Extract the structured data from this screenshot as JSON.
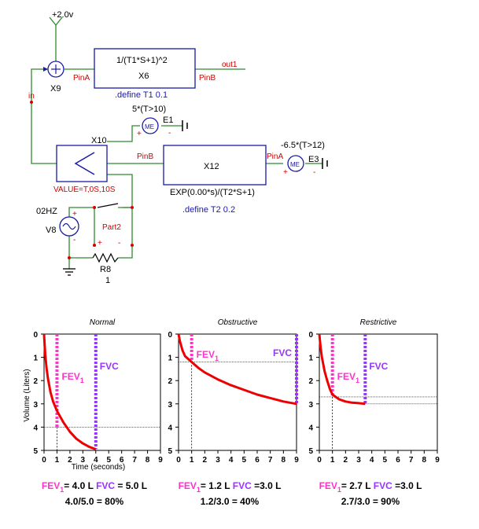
{
  "schematic": {
    "supply_label": "+2.0v",
    "x6_formula": "1/(T1*S+1)^2",
    "x6_name": "X6",
    "x6_pin_left": "PinA",
    "x6_pin_right": "PinB",
    "out_label": "out1",
    "x9_name": "X9",
    "in_label": "in",
    "define_t1": ".define T1 0.1",
    "e1_expr": "5*(T>10)",
    "e1_name": "E1",
    "x10_name": "X10",
    "x10_value": "VALUE=T,0S,10S",
    "x10_pin": "PinB",
    "x12_name": "X12",
    "x12_pin": "PinA",
    "x12_formula": "EXP(0.00*s)/(T2*S+1)",
    "define_t2": ".define T2 0.2",
    "e3_expr": "-6.5*(T>12)",
    "e3_name": "E3",
    "freq_label": "02HZ",
    "v8_name": "V8",
    "part2_name": "Part2",
    "r8_name": "R8",
    "r8_value": "1",
    "plus": "+",
    "minus": "-"
  },
  "chart_data": [
    {
      "type": "line",
      "title": "Normal",
      "xlabel": "Time (seconds)",
      "ylabel": "Volume (Liters)",
      "xlim": [
        0,
        9
      ],
      "ylim": [
        0,
        5
      ],
      "x_ticks": [
        "0",
        "1",
        "2",
        "3",
        "4",
        "5",
        "6",
        "7",
        "8",
        "9"
      ],
      "y_ticks": [
        "0",
        "1",
        "2",
        "3",
        "4",
        "5"
      ],
      "series": [
        {
          "x": [
            0,
            0.05,
            0.1,
            0.2,
            0.3,
            0.5,
            0.7,
            1.0,
            1.5,
            2.0,
            2.5,
            3.0,
            3.5,
            4.0
          ],
          "values": [
            0,
            0.5,
            0.9,
            1.5,
            1.9,
            2.5,
            2.9,
            3.3,
            3.8,
            4.2,
            4.5,
            4.7,
            4.85,
            4.95
          ]
        }
      ],
      "fev1_time": 1,
      "fvc_time": 4,
      "fev1_volume": 4.0,
      "fev1_label": "FEV",
      "fev1_sub": "1",
      "fvc_label": "FVC",
      "result_fev1_value": "= 4.0 L",
      "result_fvc_value": "= 5.0 L",
      "ratio": "4.0/5.0 = 80%"
    },
    {
      "type": "line",
      "title": "Obstructive",
      "xlim": [
        0,
        9
      ],
      "ylim": [
        0,
        5
      ],
      "x_ticks": [
        "0",
        "1",
        "2",
        "3",
        "4",
        "5",
        "6",
        "7",
        "8",
        "9"
      ],
      "y_ticks": [
        "0",
        "1",
        "2",
        "3",
        "4",
        "5"
      ],
      "series": [
        {
          "x": [
            0,
            0.1,
            0.3,
            0.5,
            0.8,
            1.0,
            1.5,
            2.0,
            3.0,
            4.0,
            5.0,
            6.0,
            7.0,
            8.0,
            9.0
          ],
          "values": [
            0,
            0.3,
            0.7,
            0.95,
            1.1,
            1.2,
            1.45,
            1.65,
            1.95,
            2.2,
            2.4,
            2.6,
            2.75,
            2.9,
            3.0
          ]
        }
      ],
      "fev1_time": 1,
      "fvc_time": 9,
      "fev1_volume": 1.2,
      "fev1_label": "FEV",
      "fev1_sub": "1",
      "fvc_label": "FVC",
      "result_fev1_value": "= 1.2 L",
      "result_fvc_value": "=3.0 L",
      "ratio": "1.2/3.0 = 40%"
    },
    {
      "type": "line",
      "title": "Restrictive",
      "xlim": [
        0,
        9
      ],
      "ylim": [
        0,
        5
      ],
      "x_ticks": [
        "0",
        "1",
        "2",
        "3",
        "4",
        "5",
        "6",
        "7",
        "8",
        "9"
      ],
      "y_ticks": [
        "0",
        "1",
        "2",
        "3",
        "4",
        "5"
      ],
      "series": [
        {
          "x": [
            0,
            0.1,
            0.2,
            0.4,
            0.6,
            0.8,
            1.0,
            1.5,
            2.0,
            2.5,
            3.0,
            3.5
          ],
          "values": [
            0,
            0.6,
            1.0,
            1.6,
            2.0,
            2.35,
            2.6,
            2.8,
            2.9,
            2.95,
            2.97,
            3.0
          ]
        }
      ],
      "fev1_time": 1,
      "fvc_time": 3.5,
      "fev1_volume": 2.7,
      "fev1_label": "FEV",
      "fev1_sub": "1",
      "fvc_label": "FVC",
      "result_fev1_value": "= 2.7 L",
      "result_fvc_value": "=3.0 L",
      "ratio": "2.7/3.0 = 90%"
    }
  ],
  "colors": {
    "wire": "#2e8b2e",
    "block": "#1a1aa6",
    "pin_text": "#cc0000",
    "curve": "#ee0000",
    "fev1": "#ff33cc",
    "fvc": "#9933ff"
  }
}
